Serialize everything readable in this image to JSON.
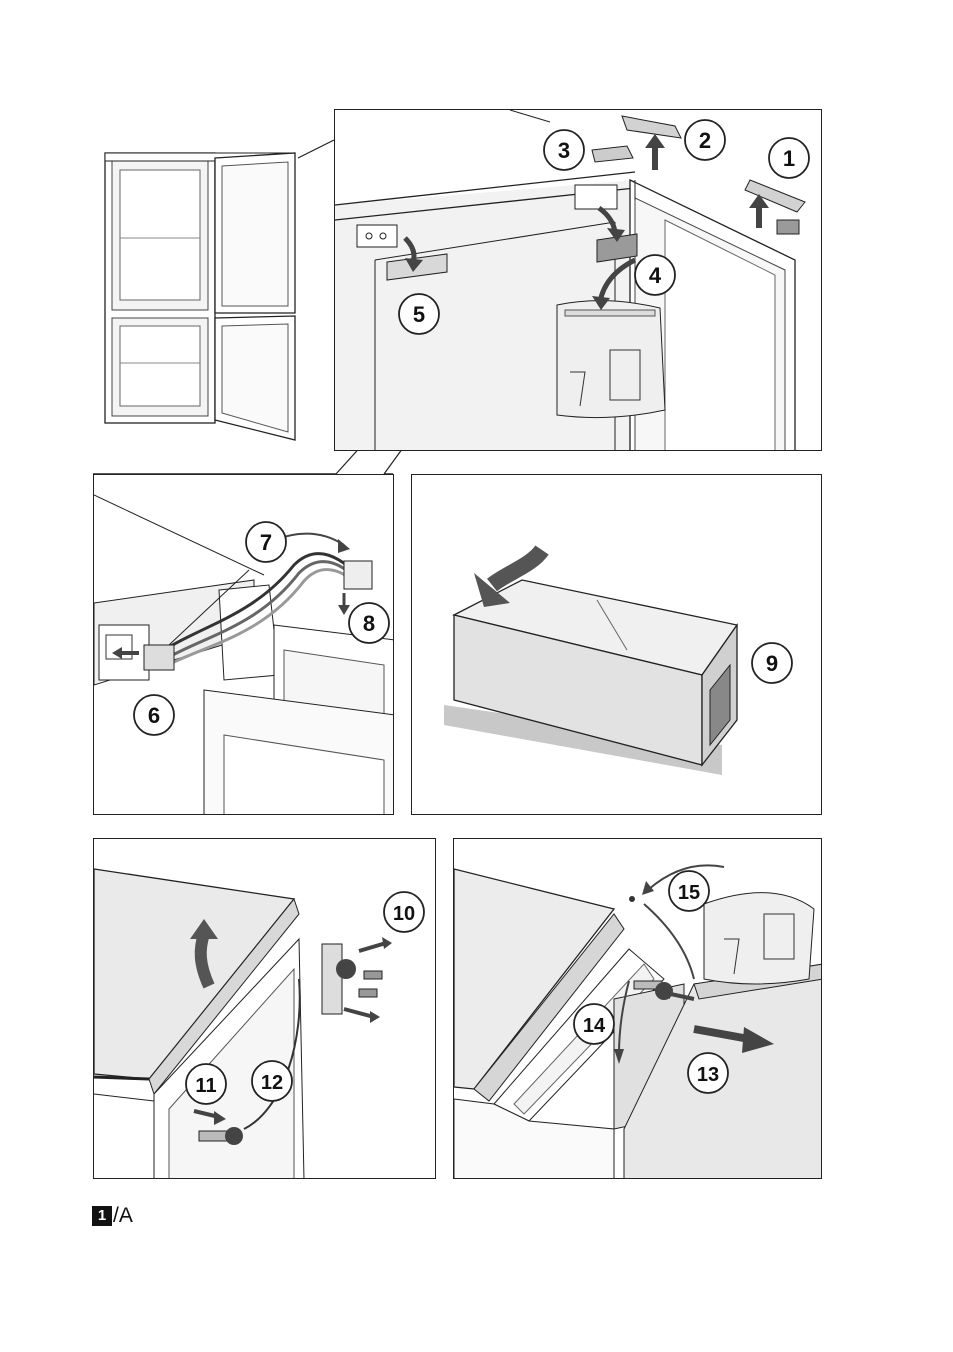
{
  "steps": {
    "s1": "1",
    "s2": "2",
    "s3": "3",
    "s4": "4",
    "s5": "5",
    "s6": "6",
    "s7": "7",
    "s8": "8",
    "s9": "9",
    "s10": "10",
    "s11": "11",
    "s12": "12",
    "s13": "13",
    "s14": "14",
    "s15": "15"
  },
  "figure": {
    "number": "1",
    "suffix": "/A"
  },
  "colors": {
    "line": "#222222",
    "arrow": "#555555",
    "panel_fill": "#e6e6e6",
    "shade": "#c8c8c8"
  }
}
